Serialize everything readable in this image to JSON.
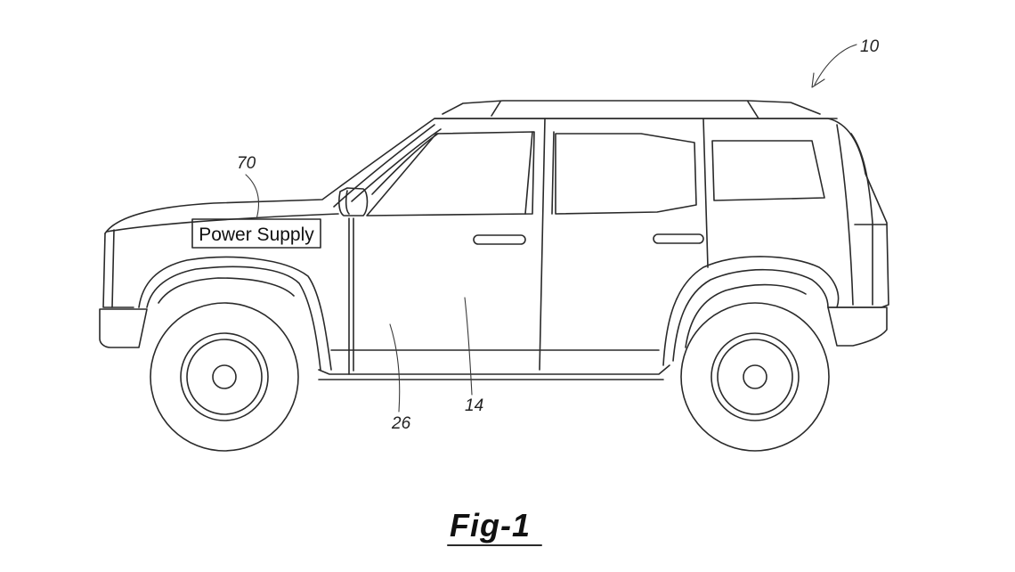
{
  "figure": {
    "caption": "Fig-1",
    "component_box_label": "Power Supply",
    "reference_numerals": {
      "vehicle": "10",
      "power_supply": "70",
      "door": "26",
      "body_panel": "14"
    }
  },
  "colors": {
    "line": "#2a2a2a",
    "background": "#ffffff"
  }
}
